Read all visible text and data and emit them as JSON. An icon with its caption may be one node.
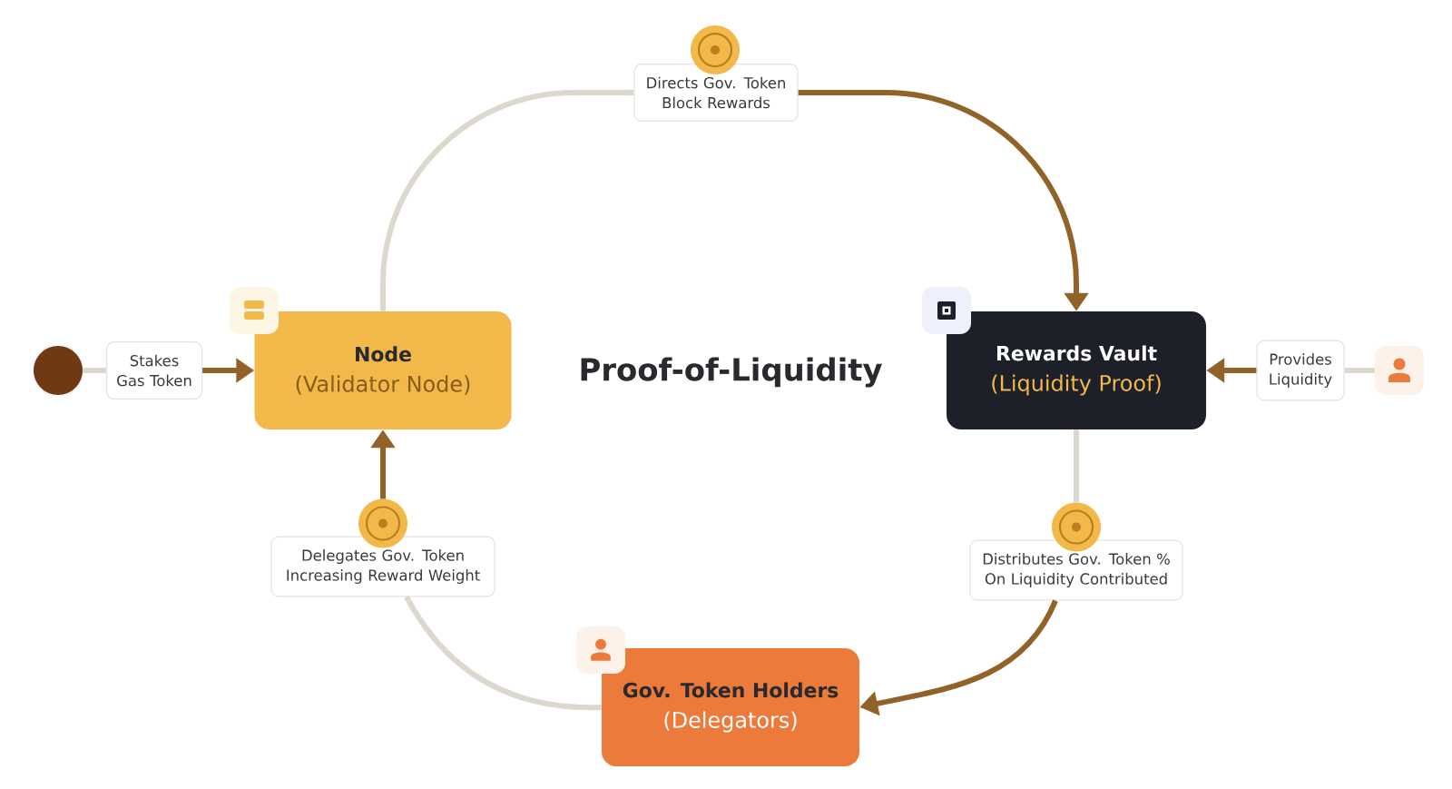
{
  "diagram": {
    "title": "Proof-of-Liquidity",
    "nodes": [
      {
        "text": [
          "Directs Gov. Token Block Rewards"
        ]
      },
      {
        "text": [],
        "shape": "circle"
      },
      {
        "text": [
          "Stakes Gas Token"
        ]
      },
      {
        "text": [
          "Node",
          "(Validator Node)"
        ]
      },
      {
        "text": [
          "Rewards Vault",
          "(Liquidity Proof)"
        ]
      },
      {
        "text": [
          "Provides Liquidity"
        ]
      },
      {
        "text": [],
        "shape": "person"
      },
      {
        "text": [
          "Delegates Gov. Token Increasing Reward Weight"
        ]
      },
      {
        "text": [
          "Distributes Gov. Token % On Liquidity Contributed"
        ]
      },
      {
        "text": [
          "Gov. Token Holders",
          "(Delegators)"
        ]
      }
    ],
    "edges": [
      {
        "from": 1,
        "to": 2,
        "arrow": "none",
        "color": "#dcd8ce"
      },
      {
        "from": 2,
        "to": 3,
        "arrow": "to",
        "color": "#916328"
      },
      {
        "from": 3,
        "to": 0,
        "arrow": "none",
        "color": "#dcd8ce"
      },
      {
        "from": 0,
        "to": 4,
        "arrow": "to",
        "color": "#916328"
      },
      {
        "from": 6,
        "to": 5,
        "arrow": "none",
        "color": "#dcd8ce"
      },
      {
        "from": 5,
        "to": 4,
        "arrow": "to",
        "color": "#916328"
      },
      {
        "from": 4,
        "to": 8,
        "arrow": "none",
        "color": "#dcd8ce"
      },
      {
        "from": 8,
        "to": 9,
        "arrow": "to",
        "color": "#916328"
      },
      {
        "from": 9,
        "to": 7,
        "arrow": "none",
        "color": "#dcd8ce"
      },
      {
        "from": 7,
        "to": 3,
        "arrow": "to",
        "color": "#916328"
      }
    ]
  }
}
